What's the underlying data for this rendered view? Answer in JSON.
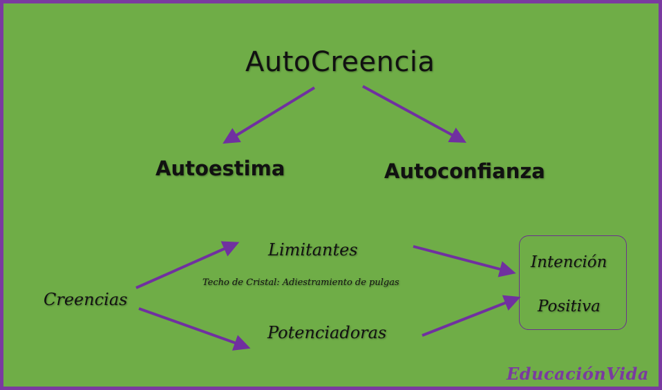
{
  "title": "AutoCreencia",
  "branches": {
    "left": "Autoestima",
    "right": "Autoconfianza"
  },
  "beliefs": {
    "root": "Creencias",
    "limiting": "Limitantes",
    "limiting_note": "Techo de Cristal: Adiestramiento de pulgas",
    "empowering": "Potenciadoras"
  },
  "intention": {
    "line1": "Intención",
    "line2": "Positiva"
  },
  "watermark": "EducaciónVida",
  "colors": {
    "background": "#6fad47",
    "border": "#7a3aa0",
    "arrow": "#7030a0",
    "text": "#111111"
  }
}
